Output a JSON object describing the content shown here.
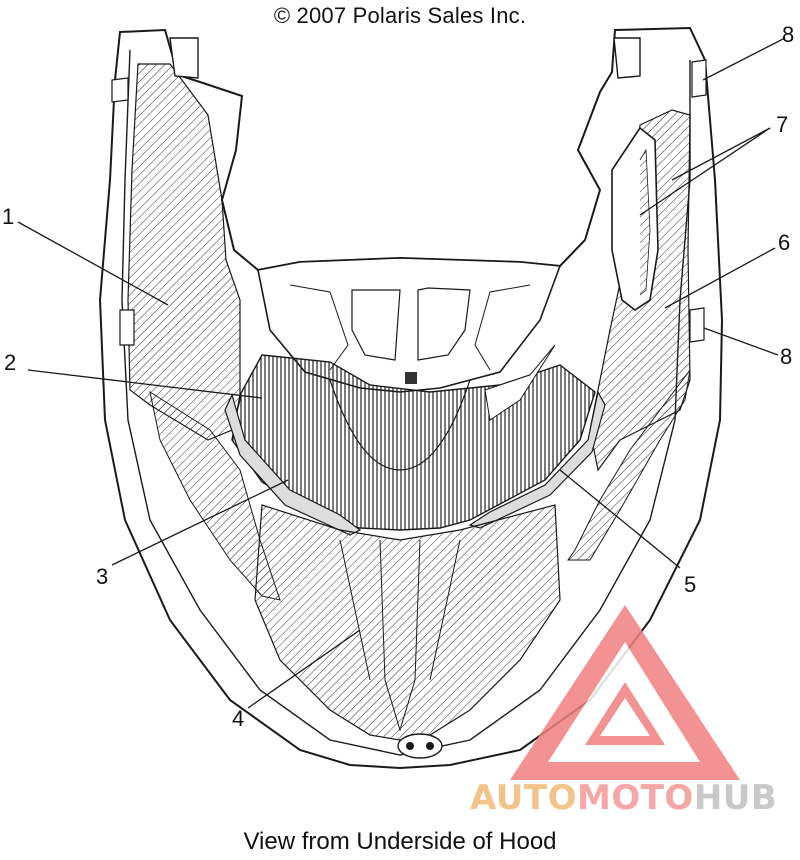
{
  "header": {
    "copyright": "© 2007 Polaris Sales Inc."
  },
  "caption": "View from Underside of Hood",
  "callouts": {
    "c1": "1",
    "c2": "2",
    "c3": "3",
    "c4": "4",
    "c5": "5",
    "c6": "6",
    "c7": "7",
    "c8a": "8",
    "c8b": "8"
  },
  "watermark": {
    "part1": "AUTO",
    "part2": "MOTO",
    "part3": "HUB"
  },
  "colors": {
    "line": "#1a1a1a",
    "watermark_red": "#f08080",
    "watermark_orange": "#f2c48a",
    "watermark_grey": "#c9c9c9"
  }
}
